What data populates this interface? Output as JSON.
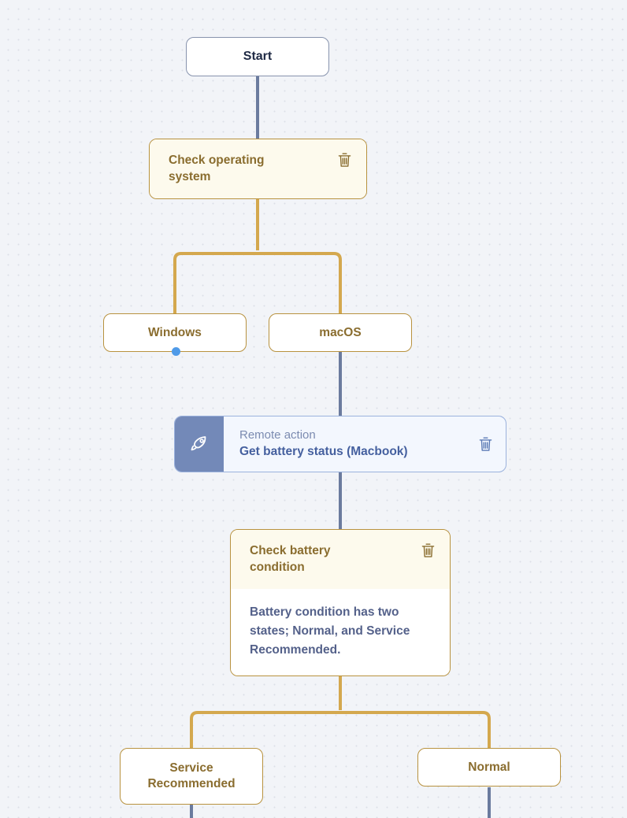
{
  "canvas": {
    "background_color": "#f2f4f8",
    "dot_color": "#dcdfe8"
  },
  "theme": {
    "gold_border": "#b8923f",
    "gold_text": "#8a6d2f",
    "gold_edge": "#d4a84e",
    "slate_border": "#8793ad",
    "slate_edge": "#6b7b9e",
    "action_panel": "#7389b8",
    "action_body": "#f3f7fe",
    "action_border": "#9bb2dd",
    "action_value_text": "#45609f",
    "action_label_text": "#7b8bb0",
    "body_text": "#54618a",
    "handle_dot": "#4f9ae8",
    "cream_fill": "#fdfaed"
  },
  "nodes": {
    "start": {
      "label": "Start",
      "type": "start"
    },
    "check_os": {
      "title": "Check operating system",
      "type": "condition",
      "delete_icon": "trash-icon"
    },
    "windows": {
      "label": "Windows",
      "type": "branch",
      "handle": "connection-dot"
    },
    "macos": {
      "label": "macOS",
      "type": "branch"
    },
    "remote_action": {
      "kind_label": "Remote action",
      "value": "Get battery status (Macbook)",
      "icon": "rocket-icon",
      "delete_icon": "trash-icon",
      "type": "action"
    },
    "check_battery": {
      "title": "Check battery condition",
      "description": "Battery condition has two states; Normal, and Service Recommended.",
      "delete_icon": "trash-icon",
      "type": "condition"
    },
    "service_recommended": {
      "label": "Service Recommended",
      "type": "branch"
    },
    "normal": {
      "label": "Normal",
      "type": "branch"
    }
  }
}
